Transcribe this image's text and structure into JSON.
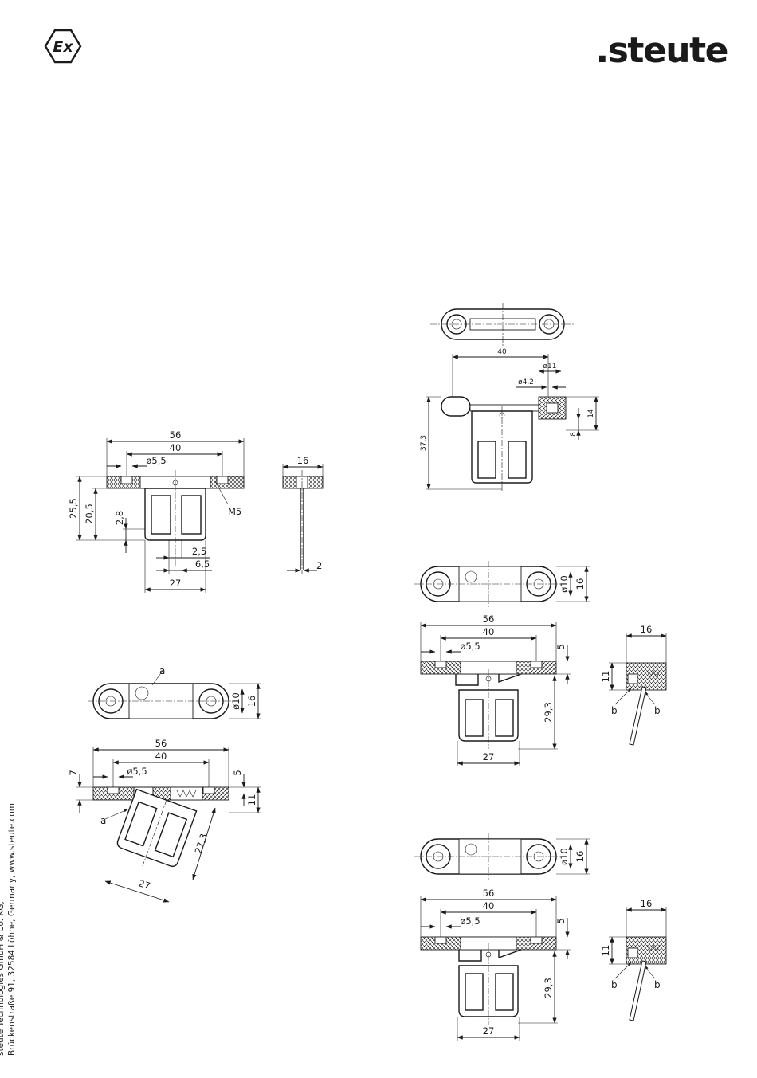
{
  "header": {
    "ex_mark": "Ex",
    "brand": ".steute"
  },
  "footer": {
    "line1": "steute Technologies GmbH & Co. KG,",
    "line2": "Brückenstraße 91, 32584 Löhne, Germany, www.steute.com"
  },
  "drawings": {
    "front_view": {
      "overall_width": "56",
      "hole_spacing": "40",
      "hole_diameter": "ø5,5",
      "height_total": "25,5",
      "height_inner": "20,5",
      "offset": "2,8",
      "slot_width": "2,5",
      "slot_spacing": "6,5",
      "actuator_width": "27",
      "thread": "M5"
    },
    "side_view": {
      "depth": "16",
      "thickness": "2"
    },
    "hinged_top": {
      "width": "40",
      "pivot_diameter": "ø11",
      "bore": "ø4,2",
      "height": "37,3",
      "depth": "14",
      "offset": "8"
    },
    "tilted_view": {
      "overall_width": "56",
      "hole_spacing": "40",
      "hole_diameter": "ø5,5",
      "left_offset": "7",
      "right_offset": "5",
      "plate_height": "11",
      "ring_diameter": "ø10",
      "plate_depth": "16",
      "actuator_width": "27",
      "actuator_length": "27,3",
      "label_a": "a"
    },
    "view_b1": {
      "overall_width": "56",
      "hole_spacing": "40",
      "hole_diameter": "ø5,5",
      "offset": "5",
      "plate_height": "11",
      "ring_diameter": "ø10",
      "plate_depth": "16",
      "actuator_width": "27",
      "actuator_length": "29,3",
      "side_depth": "16",
      "label_b": "b"
    },
    "view_b2": {
      "overall_width": "56",
      "hole_spacing": "40",
      "hole_diameter": "ø5,5",
      "offset": "5",
      "plate_height": "11",
      "ring_diameter": "ø10",
      "plate_depth": "16",
      "actuator_width": "27",
      "actuator_length": "29,3",
      "side_depth": "16",
      "label_b": "b"
    }
  }
}
